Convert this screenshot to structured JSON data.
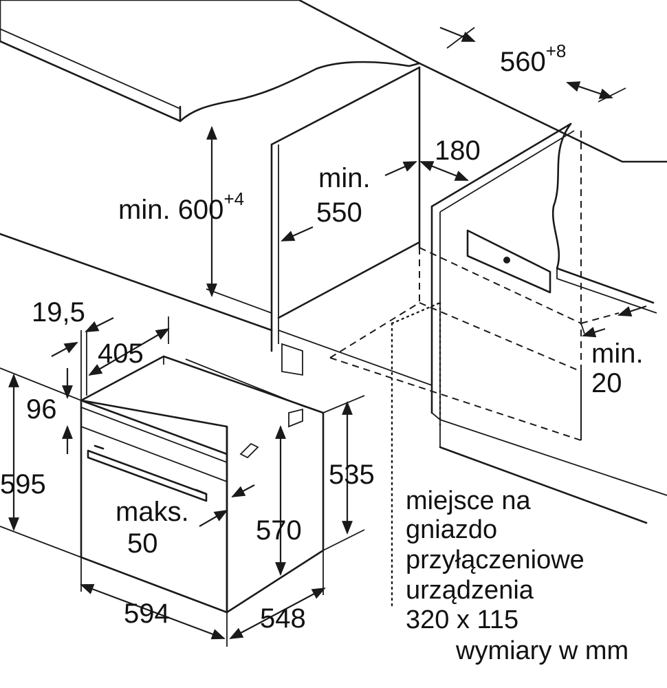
{
  "labels": {
    "niche_width": "560",
    "niche_width_tol": "+8",
    "niche_height_prefix": "min. ",
    "niche_height": "600",
    "niche_height_tol": "+4",
    "niche_depth_l1": "min.",
    "niche_depth_l2": "550",
    "vent_width": "180",
    "clearance_l1": "min.",
    "clearance_l2": "20",
    "front_thickness": "19,5",
    "body_offset": "405",
    "panel_height": "96",
    "oven_height": "595",
    "body_height": "535",
    "inner_height": "570",
    "handle_l1": "maks.",
    "handle_l2": "50",
    "oven_width": "594",
    "oven_depth": "548",
    "socket_l1": "miejsce na",
    "socket_l2": "gniazdo",
    "socket_l3": "przyłączeniowe",
    "socket_l4": "urządzenia",
    "socket_l5": "320 x 115",
    "units": "wymiary w mm"
  },
  "colors": {
    "worktop": "#dcdcdc",
    "line": "#1a1a1a",
    "background": "#ffffff"
  }
}
